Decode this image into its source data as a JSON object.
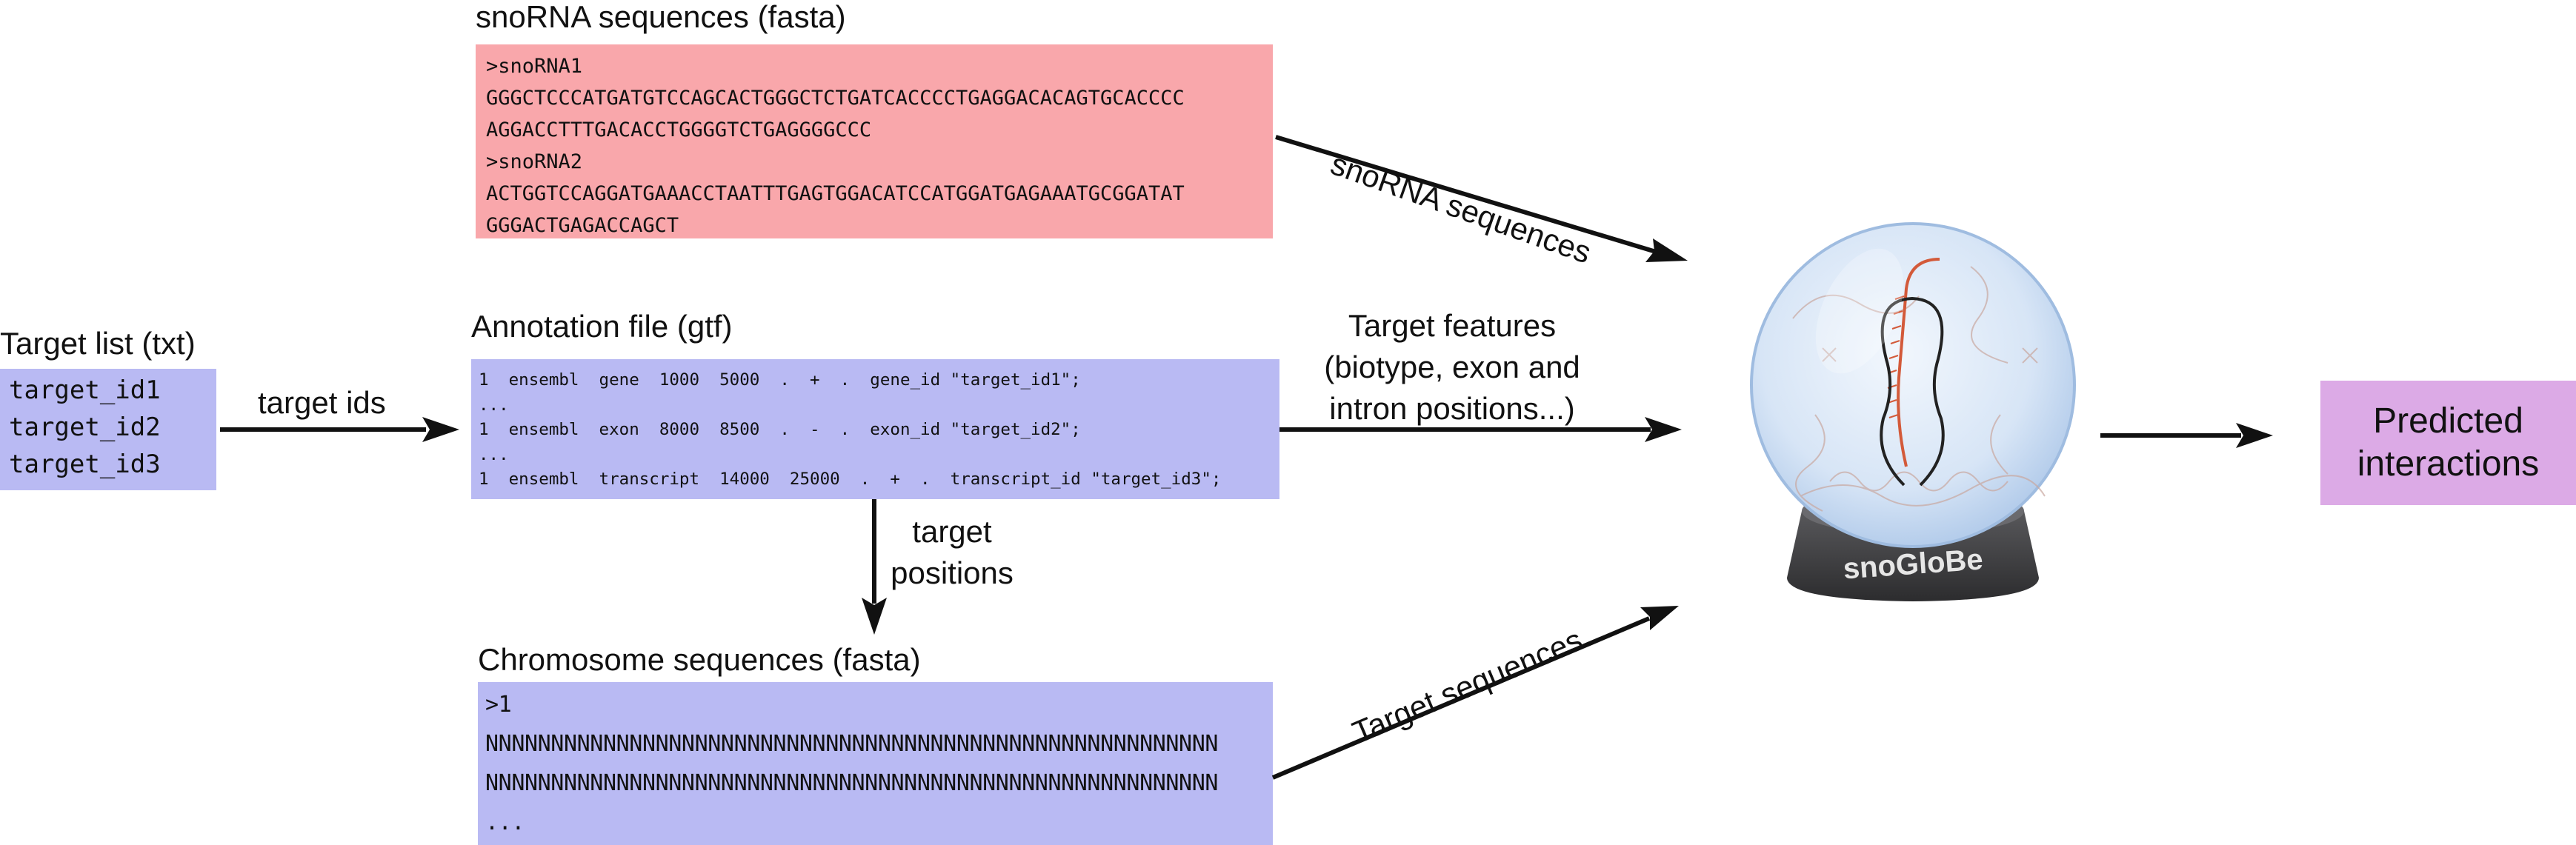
{
  "snorna": {
    "title": "snoRNA sequences (fasta)",
    "lines": [
      ">snoRNA1",
      "GGGCTCCCATGATGTCCAGCACTGGGCTCTGATCACCCCTGAGGACACAGTGCACCCC",
      "AGGACCTTTGACACCTGGGGTCTGAGGGGCCC",
      ">snoRNA2",
      "ACTGGTCCAGGATGAAACCTAATTTGAGTGGACATCCATGGATGAGAAATGCGGATAT",
      "GGGACTGAGACCAGCT"
    ]
  },
  "annotation": {
    "title": "Annotation file (gtf)",
    "lines": [
      "1  ensembl  gene  1000  5000  .  +  .  gene_id \"target_id1\";",
      "...",
      "1  ensembl  exon  8000  8500  .  -  .  exon_id \"target_id2\";",
      "...",
      "1  ensembl  transcript  14000  25000  .  +  .  transcript_id \"target_id3\";"
    ]
  },
  "chromosome": {
    "title": "Chromosome sequences (fasta)",
    "lines": [
      ">1",
      "NNNNNNNNNNNNNNNNNNNNNNNNNNNNNNNNNNNNNNNNNNNNNNNNNNNNNNNN",
      "NNNNNNNNNNNNNNNNNNNNNNNNNNNNNNNNNNNNNNNNNNNNNNNNNNNNNNNN",
      "..."
    ]
  },
  "target_list": {
    "title": "Target list (txt)",
    "items": [
      "target_id1",
      "target_id2",
      "target_id3"
    ]
  },
  "arrows": {
    "target_ids": "target ids",
    "target_positions": [
      "target",
      "positions"
    ],
    "snorna_sequences": "snoRNA sequences",
    "target_features": [
      "Target features",
      "(biotype, exon and",
      "intron positions...)"
    ],
    "target_sequences": "Target sequences"
  },
  "tool": {
    "name": "snoGloBe",
    "icon": "crystal-ball-icon"
  },
  "output": {
    "lines": [
      "Predicted",
      "interactions"
    ]
  },
  "colors": {
    "snorna_box": "#f9a7ab",
    "input_box": "#b9baf3",
    "output_box": "#dcaae6",
    "ball_glass": "#cfe0f5",
    "ball_base": "#3d3d3f",
    "rna_strand": "#d35a3a"
  }
}
